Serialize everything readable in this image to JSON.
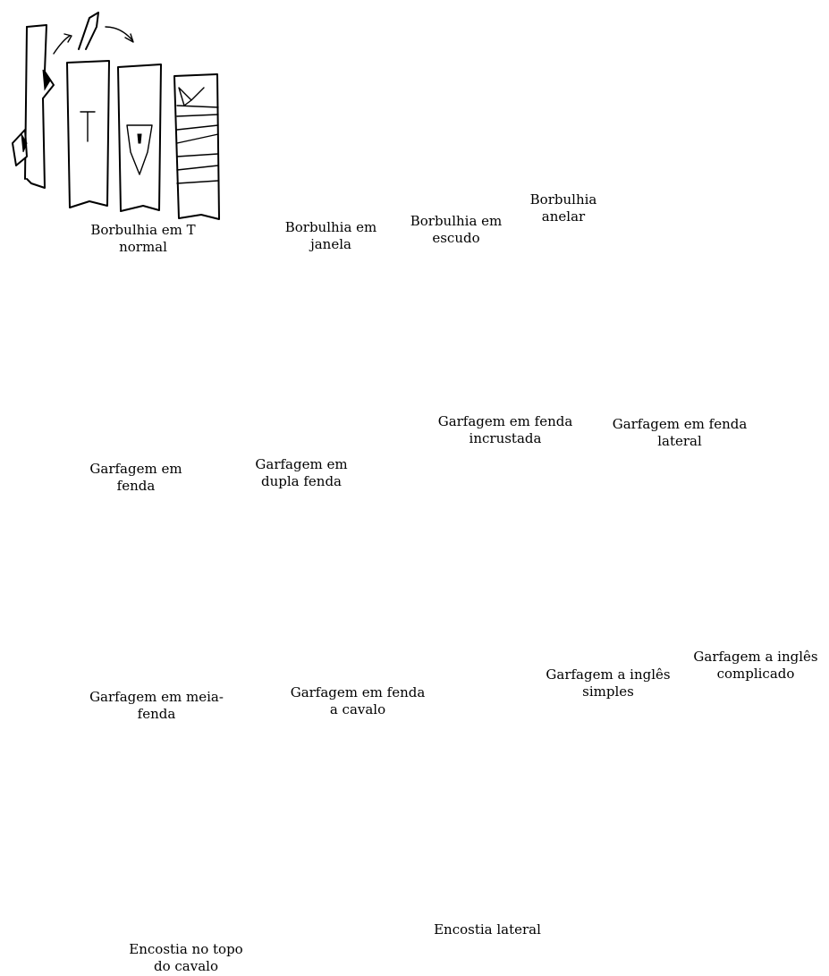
{
  "figures": [
    {
      "id": "borbulhia-t",
      "line1": "Borbulhia em T",
      "line2": "normal"
    },
    {
      "id": "borbulhia-janela",
      "line1": "Borbulhia em",
      "line2": "janela"
    },
    {
      "id": "borbulhia-escudo",
      "line1": "Borbulhia em",
      "line2": "escudo"
    },
    {
      "id": "borbulhia-anelar",
      "line1": "Borbulhia",
      "line2": "anelar"
    },
    {
      "id": "garfagem-fenda",
      "line1": "Garfagem em",
      "line2": "fenda"
    },
    {
      "id": "garfagem-dupla-fenda",
      "line1": "Garfagem em",
      "line2": "dupla fenda"
    },
    {
      "id": "garfagem-fenda-incrustada",
      "line1": "Garfagem em fenda",
      "line2": "incrustada"
    },
    {
      "id": "garfagem-fenda-lateral",
      "line1": "Garfagem em fenda",
      "line2": "lateral"
    },
    {
      "id": "garfagem-meia-fenda",
      "line1": "Garfagem em meia-",
      "line2": "fenda"
    },
    {
      "id": "garfagem-fenda-cavalo",
      "line1": "Garfagem em fenda",
      "line2": "a cavalo"
    },
    {
      "id": "garfagem-ingles-simples",
      "line1": "Garfagem a inglês",
      "line2": "simples"
    },
    {
      "id": "garfagem-ingles-complicado",
      "line1": "Garfagem a inglês",
      "line2": "complicado"
    },
    {
      "id": "encostia-topo",
      "line1": "Encostia no topo",
      "line2": "do cavalo"
    },
    {
      "id": "encostia-lateral",
      "line1": "Encostia lateral",
      "line2": ""
    }
  ],
  "icons": {
    "style": "black line drawings of grafting techniques on white background"
  },
  "colors": {
    "ink": "#000000",
    "background": "#ffffff"
  }
}
